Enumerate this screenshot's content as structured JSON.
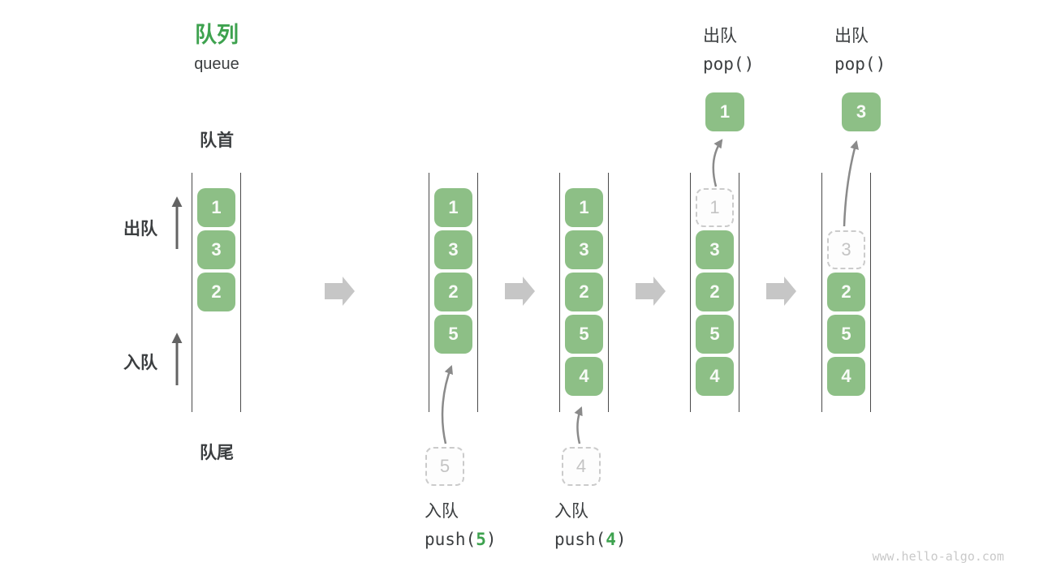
{
  "title": {
    "zh": "队列",
    "en": "queue"
  },
  "side_labels": {
    "front": "队首",
    "rear": "队尾",
    "dequeue": "出队",
    "enqueue": "入队"
  },
  "states": [
    {
      "cells": [
        {
          "v": "1",
          "type": "solid"
        },
        {
          "v": "3",
          "type": "solid"
        },
        {
          "v": "2",
          "type": "solid"
        }
      ]
    },
    {
      "cells": [
        {
          "v": "1",
          "type": "solid"
        },
        {
          "v": "3",
          "type": "solid"
        },
        {
          "v": "2",
          "type": "solid"
        },
        {
          "v": "5",
          "type": "solid"
        }
      ]
    },
    {
      "cells": [
        {
          "v": "1",
          "type": "solid"
        },
        {
          "v": "3",
          "type": "solid"
        },
        {
          "v": "2",
          "type": "solid"
        },
        {
          "v": "5",
          "type": "solid"
        },
        {
          "v": "4",
          "type": "solid"
        }
      ]
    },
    {
      "cells": [
        {
          "v": "1",
          "type": "dashed"
        },
        {
          "v": "3",
          "type": "solid"
        },
        {
          "v": "2",
          "type": "solid"
        },
        {
          "v": "5",
          "type": "solid"
        },
        {
          "v": "4",
          "type": "solid"
        }
      ]
    },
    {
      "cells": [
        {
          "v": "",
          "type": "empty"
        },
        {
          "v": "3",
          "type": "dashed"
        },
        {
          "v": "2",
          "type": "solid"
        },
        {
          "v": "5",
          "type": "solid"
        },
        {
          "v": "4",
          "type": "solid"
        }
      ]
    }
  ],
  "floating": {
    "push5_value": "5",
    "push4_value": "4",
    "pop1_value": "1",
    "pop2_value": "3"
  },
  "ops": {
    "push5": {
      "label": "入队",
      "fn": "push(",
      "arg": "5",
      "close": ")"
    },
    "push4": {
      "label": "入队",
      "fn": "push(",
      "arg": "4",
      "close": ")"
    },
    "pop1": {
      "label": "出队",
      "code": "pop()"
    },
    "pop2": {
      "label": "出队",
      "code": "pop()"
    }
  },
  "watermark": "www.hello-algo.com",
  "colors": {
    "box_green": "#8DBF86",
    "accent_green": "#3EA24F",
    "text_dark": "#3B3E40",
    "muted_gray": "#C6C6C6",
    "line_gray": "#4A4A4A"
  }
}
